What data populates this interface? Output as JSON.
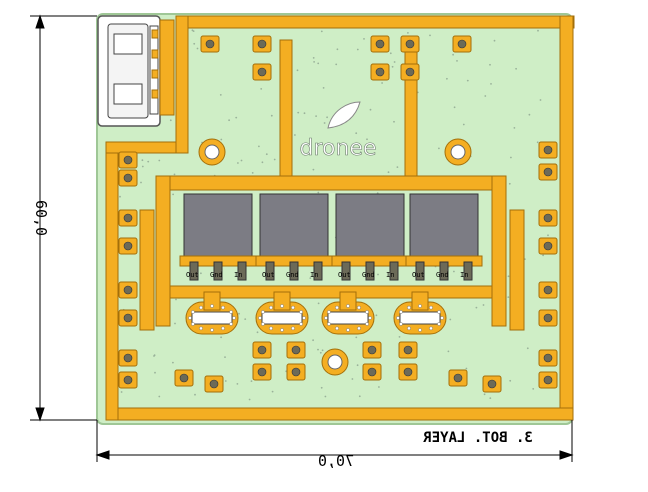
{
  "colors": {
    "board": "#cfeec6",
    "board_edge": "#a9d6a0",
    "trace": "#f4ae22",
    "trace_edge": "#b07a10",
    "copper_dark": "#6c6a58",
    "component_gray": "#7c7c84",
    "white": "#ffffff",
    "dim_line": "#000000"
  },
  "dimensions": {
    "height_label": "60,0",
    "width_label": "70,0"
  },
  "layer_label": "3. BOT. LAYER",
  "logo_text": "dronee",
  "mosfet_labels": [
    {
      "out": "Out",
      "gnd": "Gnd",
      "in": "In"
    },
    {
      "out": "Out",
      "gnd": "Gnd",
      "in": "In"
    },
    {
      "out": "Out",
      "gnd": "Gnd",
      "in": "In"
    },
    {
      "out": "Out",
      "gnd": "Gnd",
      "in": "In"
    }
  ]
}
